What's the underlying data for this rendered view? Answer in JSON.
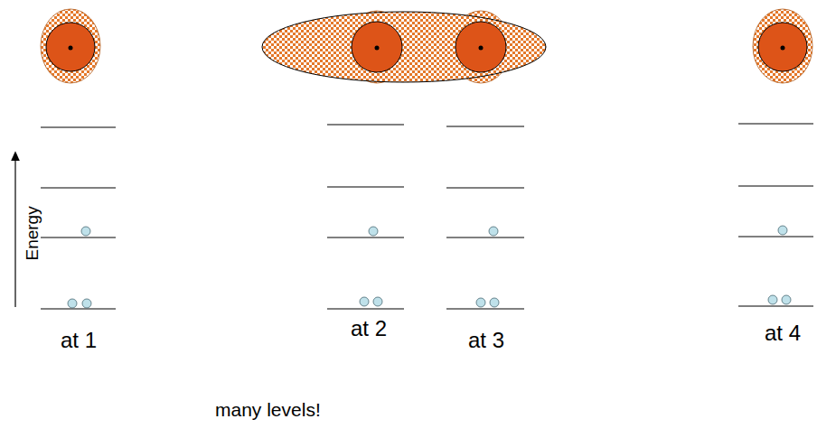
{
  "diagram": {
    "labels": [
      "Energy",
      "at 1",
      "at 2",
      "at 3",
      "at 4",
      "many levels!"
    ]
  }
}
